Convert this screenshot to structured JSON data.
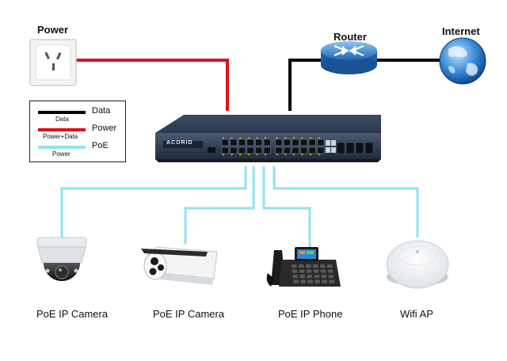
{
  "labels": {
    "power": "Power",
    "router": "Router",
    "internet": "Internet",
    "switch_brand": "ACORID",
    "device_1": "PoE IP Camera",
    "device_2": "PoE IP Camera",
    "device_3": "PoE IP Phone",
    "device_4": "Wifi AP"
  },
  "legend": {
    "items": [
      {
        "label": "Data",
        "sublabel": "Data",
        "color": "#000000"
      },
      {
        "label": "Power",
        "sublabel": "Power+Data",
        "color": "#e0101a"
      },
      {
        "label": "PoE",
        "sublabel": "Power",
        "color": "#8fe3ef"
      }
    ]
  },
  "colors": {
    "data_line": "#000000",
    "power_line": "#e0101a",
    "poe_line": "#8fe3ef",
    "switch_body": "#2e3d52",
    "router_body": "#3c8fd6",
    "globe": "#2a78c8"
  },
  "icons": {
    "power_outlet": "power-outlet-icon",
    "router": "router-icon",
    "internet": "globe-icon",
    "switch": "poe-switch-icon",
    "dome_camera": "dome-camera-icon",
    "bullet_camera": "bullet-camera-icon",
    "ip_phone": "ip-phone-icon",
    "wifi_ap": "wifi-ap-icon"
  }
}
